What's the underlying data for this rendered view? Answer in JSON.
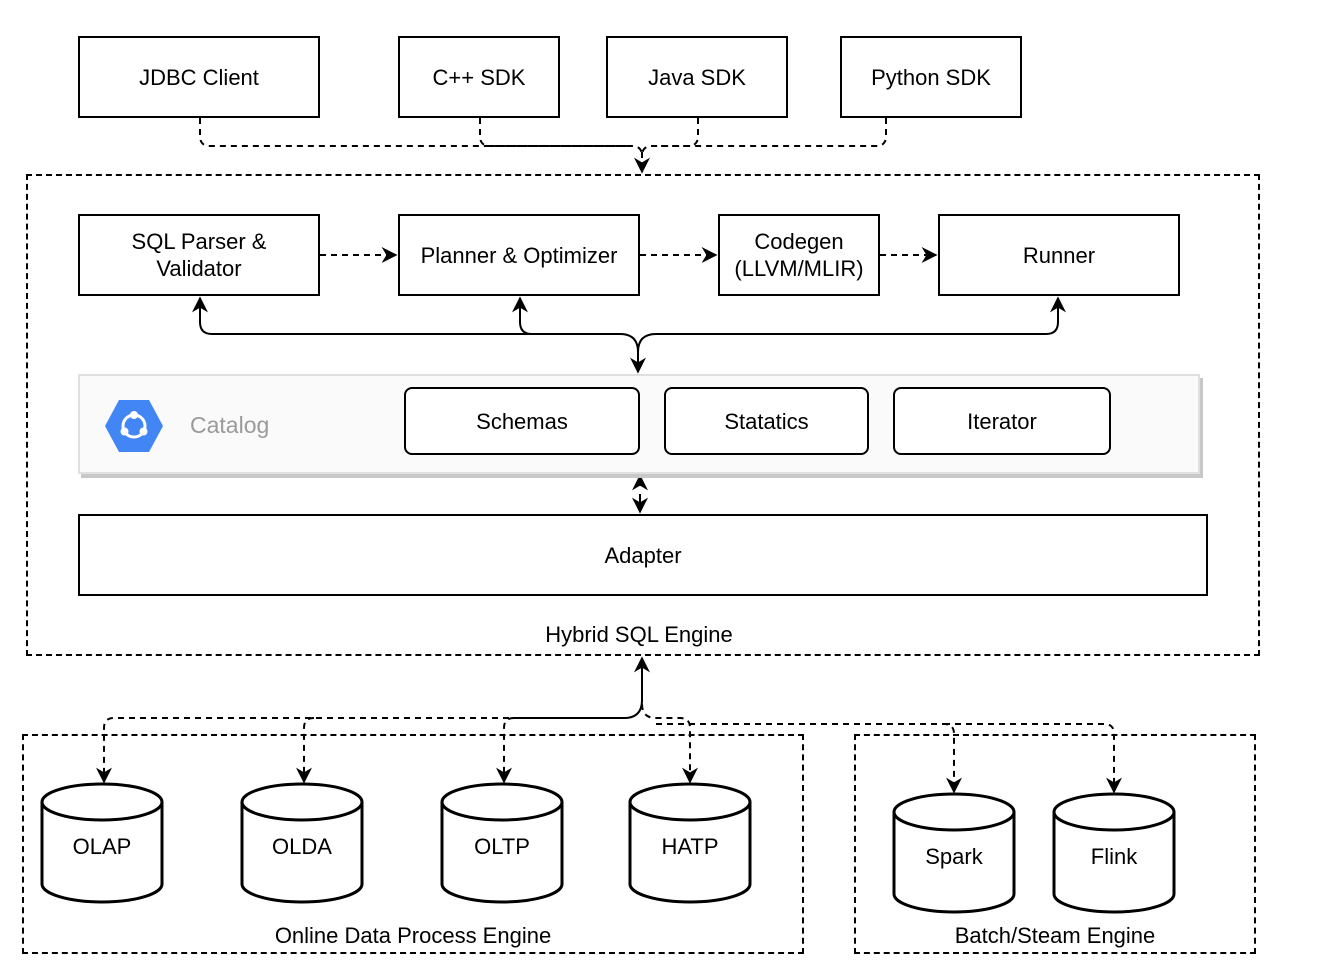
{
  "clients": [
    "JDBC Client",
    "C++ SDK",
    "Java SDK",
    "Python SDK"
  ],
  "pipeline": {
    "parser": "SQL Parser & Validator",
    "planner": "Planner & Optimizer",
    "codegen": "Codegen (LLVM/MLIR)",
    "runner": "Runner"
  },
  "catalog": {
    "label": "Catalog",
    "items": [
      "Schemas",
      "Statatics",
      "Iterator"
    ],
    "icon": "catalog-hexagon-icon",
    "icon_color": "#4285f4"
  },
  "adapter": "Adapter",
  "engine_label": "Hybrid SQL Engine",
  "online_group": {
    "label": "Online Data Process Engine",
    "stores": [
      "OLAP",
      "OLDA",
      "OLTP",
      "HATP"
    ]
  },
  "batch_group": {
    "label": "Batch/Steam Engine",
    "stores": [
      "Spark",
      "Flink"
    ]
  }
}
